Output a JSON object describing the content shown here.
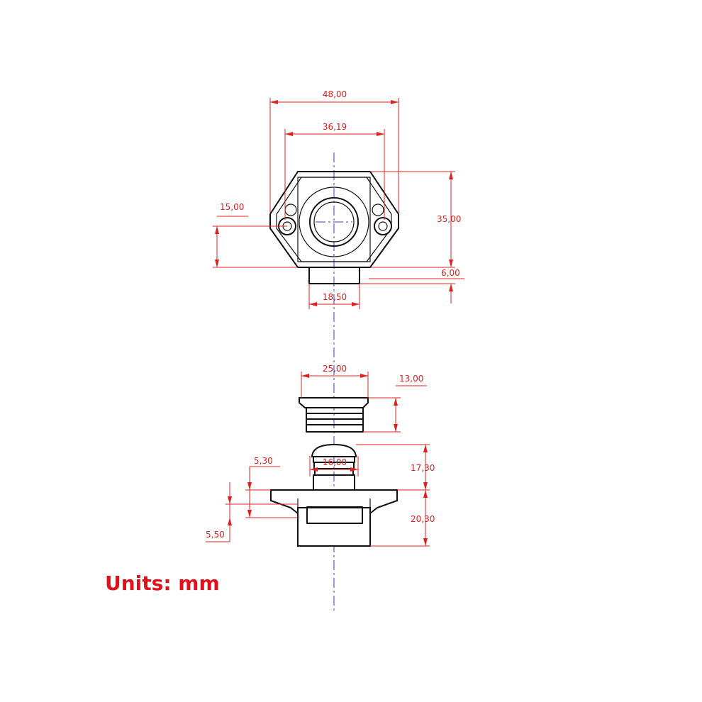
{
  "dimensions": {
    "overall_width": "48,00",
    "hole_spacing": "36,19",
    "hole_height": "15,00",
    "body_height": "35,00",
    "boss_height": "6,00",
    "boss_width": "18,50",
    "bezel_width": "25,00",
    "bezel_height": "13,00",
    "button_width": "16,00",
    "button_height": "17,30",
    "body_depth": "20,30",
    "flange_offset": "5,30",
    "flange_thickness": "5,50"
  },
  "units_label": "Units: mm",
  "colors": {
    "dimension": "#e02020",
    "outline": "#111111",
    "center_axis": "#3a3ad6",
    "units_text": "#e3101a"
  }
}
